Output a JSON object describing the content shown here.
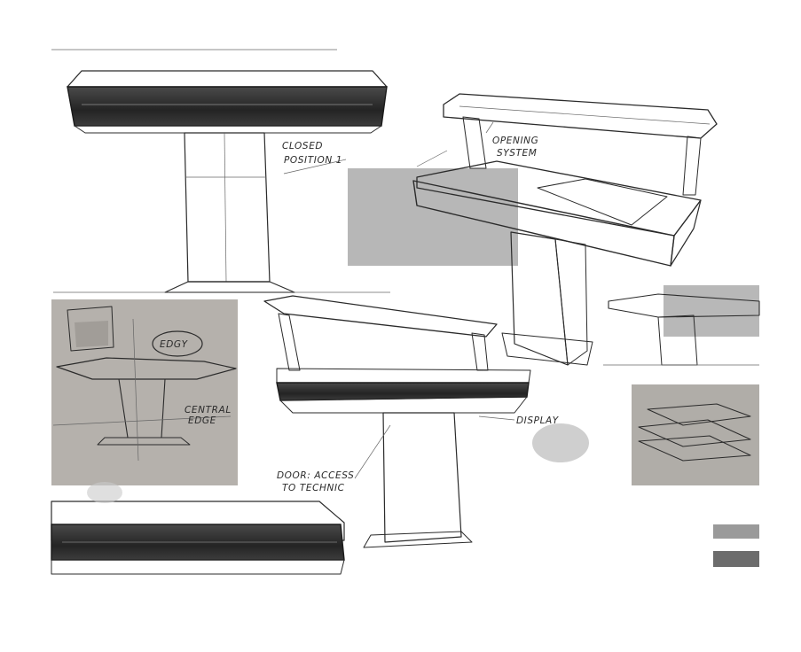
{
  "annotations": {
    "closed_position_1": "CLOSED",
    "closed_position_2": "POSITION 1",
    "opening_system_1": "OPENING",
    "opening_system_2": "SYSTEM",
    "edgy": "EDGY",
    "central_edge_1": "CENTRAL",
    "central_edge_2": "EDGE",
    "display": "DISPLAY",
    "door_access_1": "DOOR: ACCESS",
    "door_access_2": "TO TECHNIC"
  },
  "colors": {
    "paper": "#ffffff",
    "ink": "#2b2b2b",
    "marker_dark": "#3a3a3a",
    "marker_mid": "#9a9a9a",
    "panel_grey": "#b5b1ac"
  }
}
